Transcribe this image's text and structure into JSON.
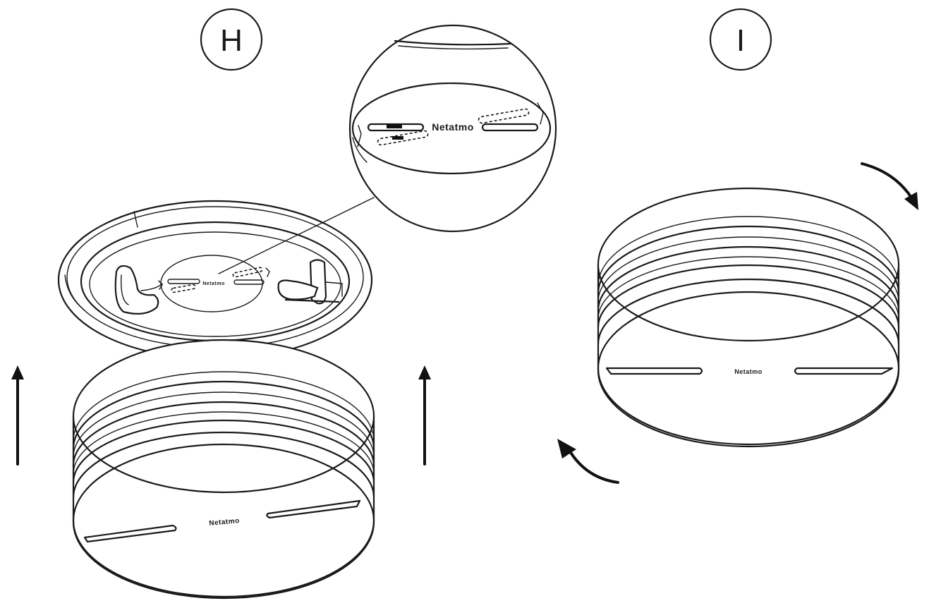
{
  "steps": {
    "left": "H",
    "right": "I"
  },
  "brand": {
    "name": "Netatmo"
  },
  "colors": {
    "line": "#1a1a1a",
    "background": "#ffffff"
  }
}
